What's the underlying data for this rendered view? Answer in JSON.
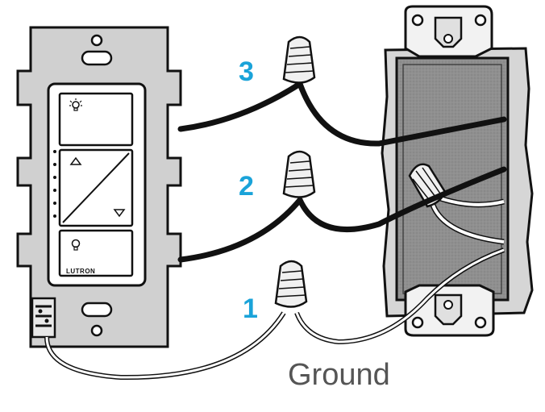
{
  "diagram": {
    "steps": [
      {
        "number": "3"
      },
      {
        "number": "2"
      },
      {
        "number": "1"
      }
    ],
    "ground_label": "Ground",
    "brand": "LUTRON",
    "colors": {
      "step_number": "#1aa3d9",
      "label_text": "#555555",
      "wire_black": "#111111",
      "wire_white": "#ffffff",
      "box_interior": "#8f8f8f",
      "plate_gray": "#cfcfcf",
      "outline": "#111111"
    },
    "icons": [
      "light-bulb-sun-icon",
      "triangle-up-icon",
      "triangle-down-icon",
      "light-bulb-icon",
      "wire-nut-icon"
    ]
  }
}
